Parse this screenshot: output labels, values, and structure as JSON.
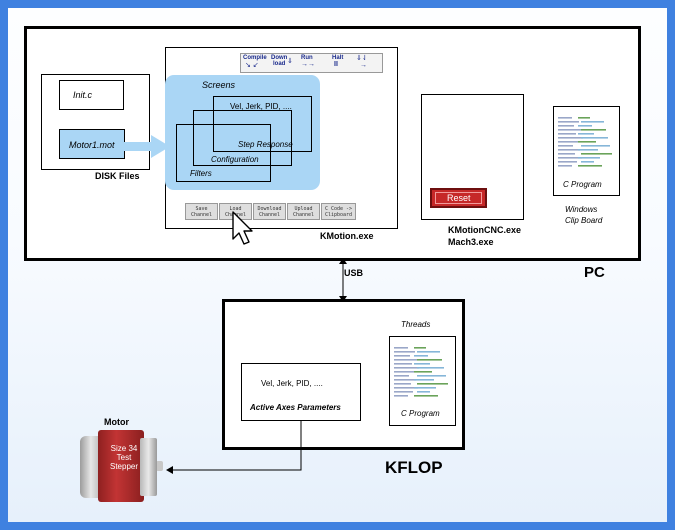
{
  "pc": {
    "label": "PC",
    "disk_files": {
      "caption": "DISK Files",
      "init_file": "Init.c",
      "motor_file": "Motor1.mot"
    },
    "kmotion": {
      "caption": "KMotion.exe",
      "toolbar": {
        "compile": "Compile",
        "download": "Down\nload",
        "run": "Run",
        "halt": "Halt"
      },
      "screens": {
        "title": "Screens",
        "front": "Vel, Jerk, PID, ....",
        "step_response": "Step Response",
        "configuration": "Configuration",
        "filters": "Filters"
      },
      "buttons": [
        "Save\nChannel",
        "Load\nChannel",
        "Download\nChannel",
        "Upload\nChannel",
        "C Code ->\nClipboard"
      ]
    },
    "kmotioncnc": {
      "caption_line1": "KMotionCNC.exe",
      "caption_line2": "Mach3.exe",
      "reset_label": "Reset"
    },
    "clipboard": {
      "program_label": "C Program",
      "caption_line1": "Windows",
      "caption_line2": "Clip Board"
    }
  },
  "usb_label": "USB",
  "kflop": {
    "label": "KFLOP",
    "axes": {
      "values": "Vel, Jerk, PID, ....",
      "title": "Active Axes Parameters"
    },
    "threads": {
      "title": "Threads",
      "program_label": "C Program"
    }
  },
  "motor": {
    "caption": "Motor",
    "sticker": "Size 34\nTest\nStepper"
  },
  "colors": {
    "frame": "#3f81e0",
    "highlight": "#aad6f5",
    "reset": "#c62828",
    "motor_red": "#b32c2c"
  }
}
